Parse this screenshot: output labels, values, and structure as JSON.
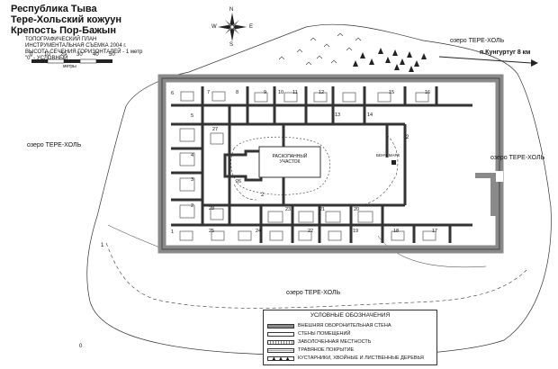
{
  "header": {
    "line1": "Республика Тыва",
    "line2": "Тере-Хольский кожуун",
    "line3": "Крепость Пор-Бажын",
    "sub1": "ТОПОГРАФИЧЕСКИЙ ПЛАН",
    "sub2": "ИНСТРУМЕНТАЛЬНАЯ СЪЕМКА 2004 г.",
    "sub3": "ВЫСОТА СЕЧЕНИЯ ГОРИЗОНТАЛЕЙ - 1 метр",
    "sub4": "\"0\" - УСЛОВНЫЙ"
  },
  "scale": {
    "ticks": [
      "0",
      "10",
      "20",
      "30",
      "40",
      "50"
    ],
    "unit": "метры"
  },
  "compass": {
    "n": "N",
    "s": "S",
    "w": "W",
    "e": "E"
  },
  "labels": {
    "lake_ne": "озеро ТЕРЕ-ХОЛЬ",
    "lake_w": "озеро ТЕРЕ-ХОЛЬ",
    "lake_e": "озеро ТЕРЕ-ХОЛЬ",
    "lake_s": "озеро ТЕРЕ-ХОЛЬ",
    "road": "п.Кунгуртуг 8 км",
    "center_area": "РАСКОПАННЫЙ УЧАСТОК",
    "bench": "БЕНЧ-МАРК",
    "contour_2a": "2",
    "contour_2b": "2",
    "contour_0": "0",
    "contour_1": "1"
  },
  "rooms": {
    "top": [
      "6",
      "7",
      "8",
      "9",
      "10",
      "11",
      "12",
      "13",
      "14",
      "15",
      "16"
    ],
    "left": [
      "5",
      "4",
      "3",
      "2",
      "1"
    ],
    "bottom": [
      "25",
      "24",
      "23",
      "22",
      "21",
      "20",
      "19",
      "18",
      "17"
    ],
    "inner": [
      "27",
      "26",
      "28"
    ]
  },
  "legend": {
    "title": "УСЛОВНЫЕ ОБОЗНАЧЕНИЯ",
    "items": [
      "ВНЕШНЯЯ ОБОРОНИТЕЛЬНАЯ СТЕНА",
      "СТЕНЫ ПОМЕЩЕНИЙ",
      "ЗАБОЛОЧЕННАЯ МЕСТНОСТЬ",
      "ТРАВЯНОЕ ПОКРЫТИЕ",
      "КУСТАРНИКИ, ХВОЙНЫЕ И ЛИСТВЕННЫЕ ДЕРЕВЬЯ"
    ]
  },
  "colors": {
    "wall": "#8a8a8a",
    "wall_dark": "#333333",
    "line": "#222222"
  }
}
